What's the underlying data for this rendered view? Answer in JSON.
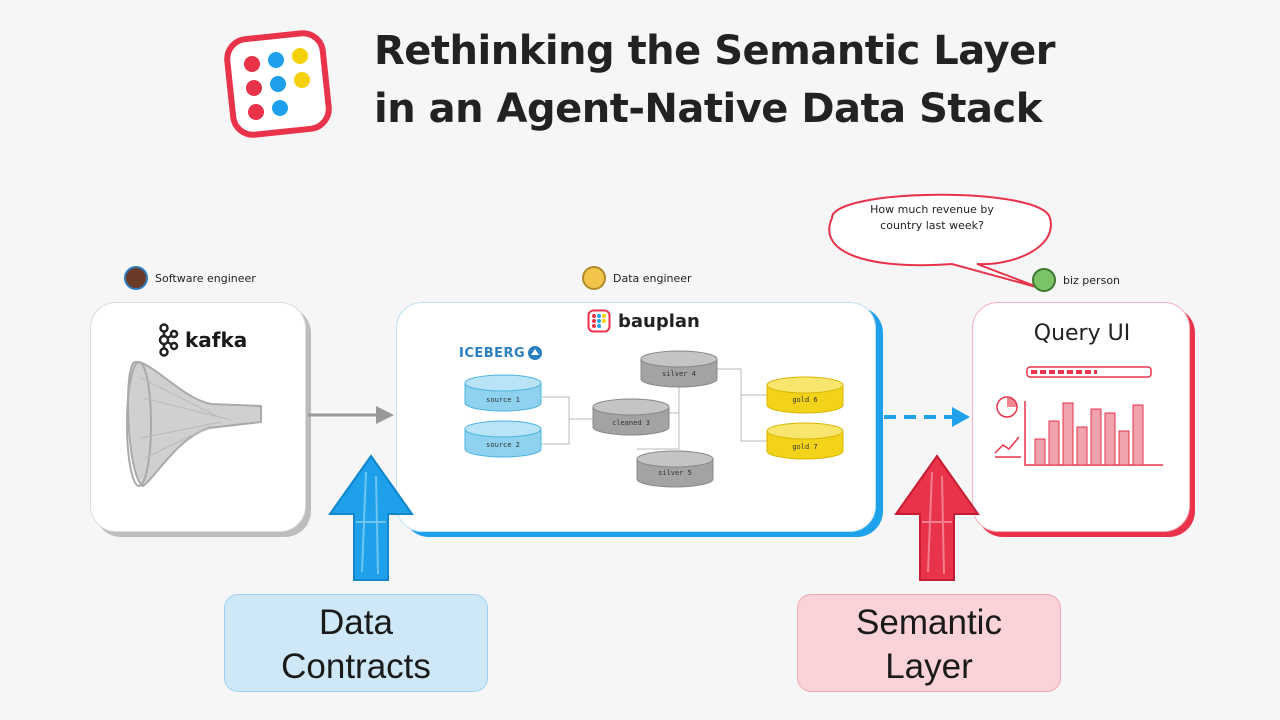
{
  "header": {
    "title_line1": "Rethinking the Semantic Layer",
    "title_line2": "in an Agent-Native Data Stack",
    "logo_icon": "bauplan-dots-logo"
  },
  "personas": {
    "software_engineer": "Software engineer",
    "data_engineer": "Data engineer",
    "biz_person": "biz person"
  },
  "kafka": {
    "label": "kafka",
    "icon": "kafka-logo"
  },
  "bauplan": {
    "label": "bauplan",
    "iceberg_label": "ICEBERG",
    "tables": [
      "source 1",
      "source 2",
      "cleaned 3",
      "silver 4",
      "silver 5",
      "gold 6",
      "gold 7"
    ]
  },
  "query_ui": {
    "title": "Query UI"
  },
  "speech_bubble": {
    "text_line1": "How much revenue by",
    "text_line2": "country last week?"
  },
  "callouts": {
    "data_contracts_line1": "Data",
    "data_contracts_line2": "Contracts",
    "semantic_layer_line1": "Semantic",
    "semantic_layer_line2": "Layer"
  },
  "colors": {
    "brand_red": "#e8334a",
    "brand_blue": "#1ea0ea",
    "brand_yellow": "#f6d20e",
    "gold": "#f3d31a",
    "source_blue": "#8fd2f0",
    "silver_gray": "#9a9a9a",
    "contracts_bg": "#cfe8f8",
    "semantic_bg": "#fad3d8"
  }
}
